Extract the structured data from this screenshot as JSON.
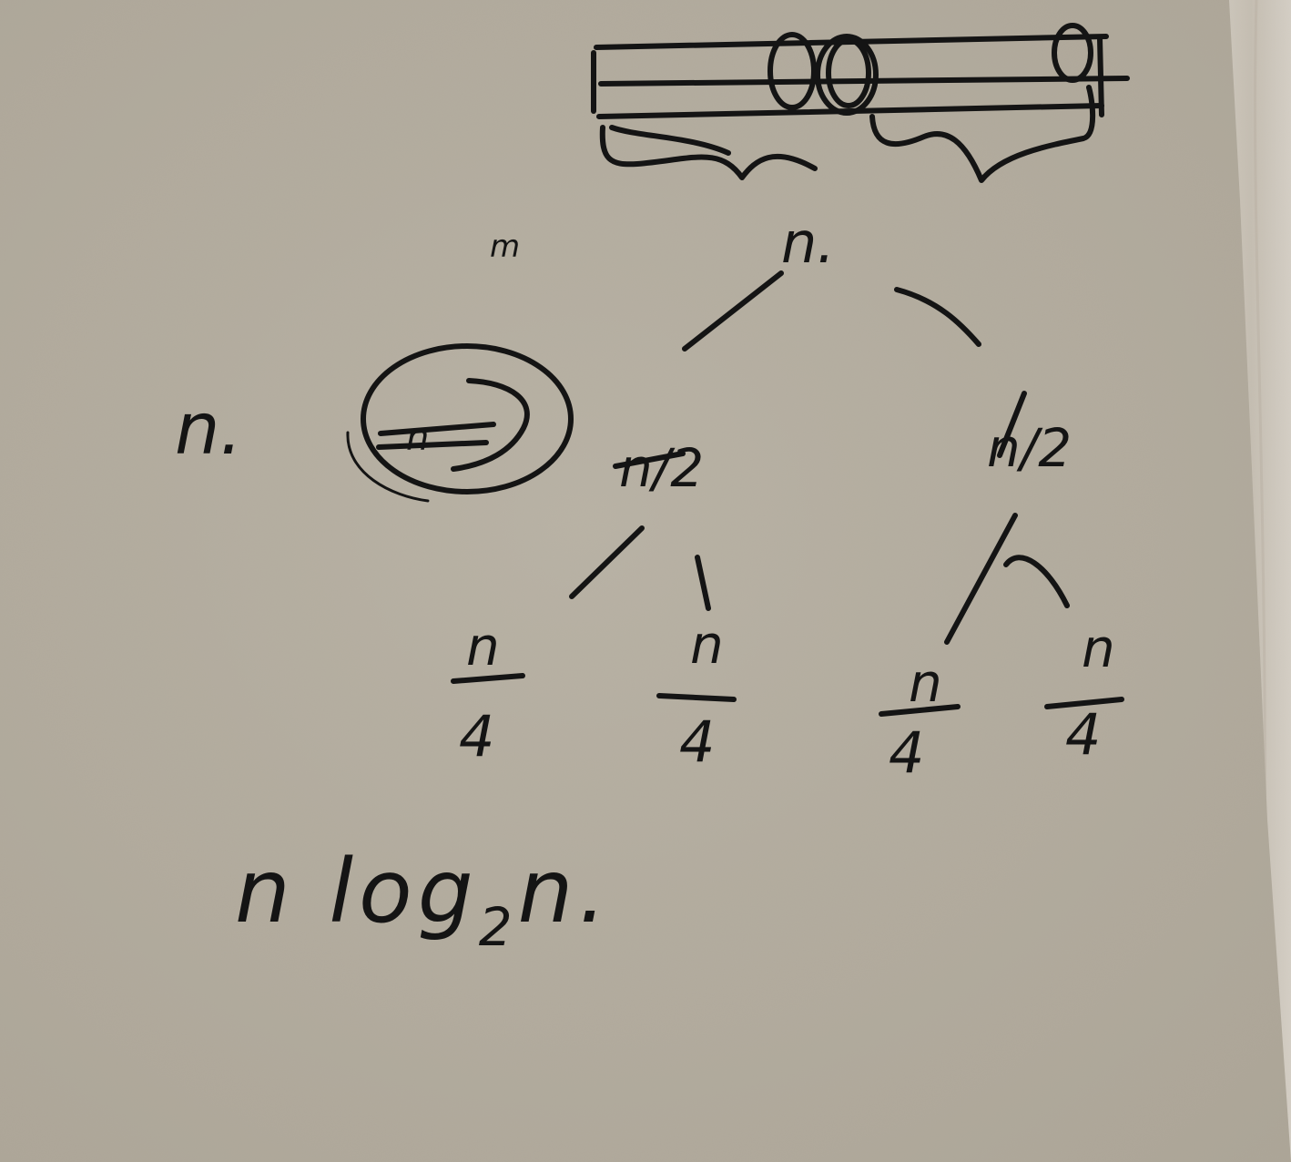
{
  "colors": {
    "paper": "#b7b0a2",
    "paper_shadow": "#a9a293",
    "desk": "#d7d1c8",
    "ink": "#141414"
  },
  "note": {
    "root_label": "n.",
    "tiny_mark": "m",
    "side_label": "n.",
    "circled_text": "n",
    "left_child": "n/2",
    "right_child": "n/2",
    "leaf_numerators": [
      "n",
      "n",
      "n",
      "n"
    ],
    "leaf_denominators": [
      "4",
      "4",
      "4",
      "4"
    ],
    "result_main": "n log",
    "result_sub": "2",
    "result_tail": "n."
  }
}
